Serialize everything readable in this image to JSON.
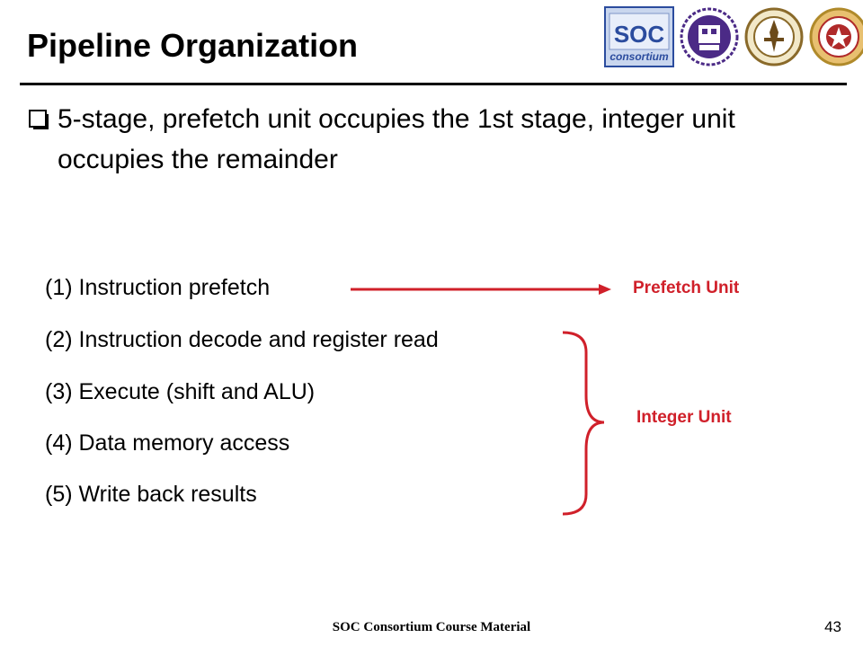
{
  "slide": {
    "title": "Pipeline Organization",
    "bullet": "5-stage, prefetch unit occupies the 1st stage, integer unit occupies the remainder",
    "stages": [
      "(1) Instruction prefetch",
      "(2) Instruction decode and register read",
      "(3) Execute (shift and ALU)",
      "(4) Data memory access",
      "(5) Write back results"
    ],
    "prefetch_label": "Prefetch Unit",
    "integer_label": "Integer Unit",
    "footer": "SOC Consortium Course Material",
    "page_number": "43"
  },
  "logos": {
    "soc_logo_text": "SOC",
    "soc_logo_subtext": "consortium",
    "colors": {
      "soc_blue": "#2b4c9e",
      "nctu_purple": "#4b2a86",
      "ntu_brown": "#8a6a2a",
      "ncku_red": "#b02a2a"
    }
  },
  "colors": {
    "accent_red": "#d0202a",
    "text": "#000000"
  }
}
